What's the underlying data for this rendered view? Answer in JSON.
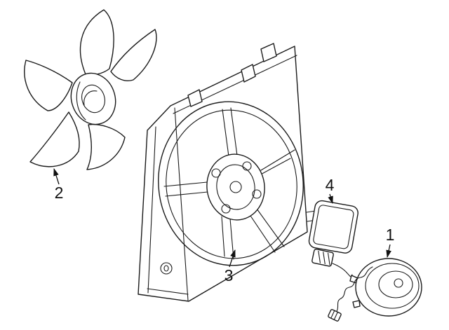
{
  "diagram": {
    "type": "exploded-parts-diagram",
    "background_color": "#ffffff",
    "line_color": "#1a1a1a",
    "callouts": [
      {
        "number": "1",
        "part": "fan-motor"
      },
      {
        "number": "2",
        "part": "fan-blade"
      },
      {
        "number": "3",
        "part": "fan-shroud"
      },
      {
        "number": "4",
        "part": "fan-control-module"
      }
    ]
  }
}
